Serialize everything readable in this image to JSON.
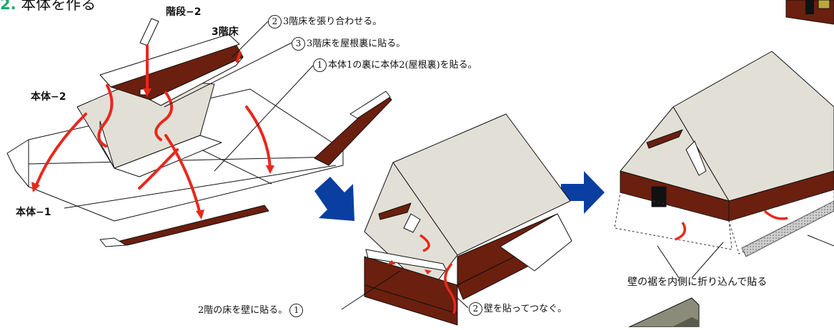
{
  "title": {
    "number": "2.",
    "text": "本体を作る"
  },
  "labels": {
    "stairs": "階段−2",
    "floor3": "3階床",
    "body2": "本体−2",
    "body1": "本体−1"
  },
  "steps_top": [
    {
      "num": "2",
      "text": "3階床を張り合わせる。"
    },
    {
      "num": "3",
      "text": "3階床を屋根裏に貼る。"
    },
    {
      "num": "1",
      "text": "本体1の裏に本体2(屋根裏)を貼る。"
    }
  ],
  "steps_mid": {
    "floor2": {
      "num": "1",
      "text": "2階の床を壁に貼る。"
    },
    "walls": {
      "num": "2",
      "text": "壁を貼ってつなぐ。"
    }
  },
  "steps_right": {
    "fold": "壁の裾を内側に折り込んで貼る"
  },
  "colors": {
    "wall": "#6b1f0e",
    "roof": "#e2e0d6",
    "arrow_red": "#e8281c",
    "arrow_blue": "#0a3ea0",
    "accent_green": "#19a86b",
    "glue_gray": "#9b9b9b"
  },
  "icons": [
    "arrow-down-right-icon",
    "arrow-right-icon"
  ]
}
